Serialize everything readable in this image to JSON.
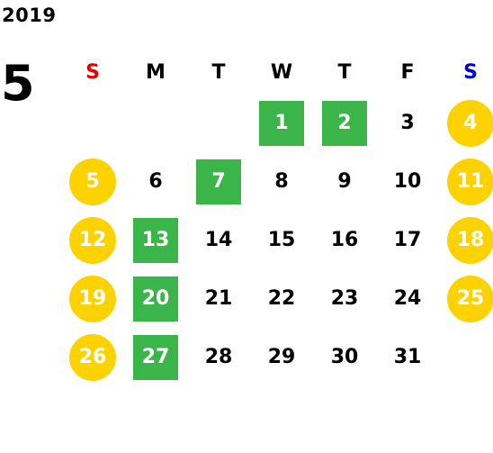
{
  "calendar": {
    "year": "2019",
    "month": "5",
    "weekday_headers": [
      {
        "label": "S",
        "color": "#e60000"
      },
      {
        "label": "M",
        "color": "#000000"
      },
      {
        "label": "T",
        "color": "#000000"
      },
      {
        "label": "W",
        "color": "#000000"
      },
      {
        "label": "T",
        "color": "#000000"
      },
      {
        "label": "F",
        "color": "#000000"
      },
      {
        "label": "S",
        "color": "#0000d8"
      }
    ],
    "colors": {
      "green": "#3bb44a",
      "yellow": "#fcd300",
      "text": "#000000"
    },
    "weeks": [
      [
        {
          "day": ""
        },
        {
          "day": ""
        },
        {
          "day": ""
        },
        {
          "day": "1",
          "style": "green"
        },
        {
          "day": "2",
          "style": "green"
        },
        {
          "day": "3"
        },
        {
          "day": "4",
          "style": "yellow"
        }
      ],
      [
        {
          "day": "5",
          "style": "yellow"
        },
        {
          "day": "6"
        },
        {
          "day": "7",
          "style": "green"
        },
        {
          "day": "8"
        },
        {
          "day": "9"
        },
        {
          "day": "10"
        },
        {
          "day": "11",
          "style": "yellow"
        }
      ],
      [
        {
          "day": "12",
          "style": "yellow"
        },
        {
          "day": "13",
          "style": "green"
        },
        {
          "day": "14"
        },
        {
          "day": "15"
        },
        {
          "day": "16"
        },
        {
          "day": "17"
        },
        {
          "day": "18",
          "style": "yellow"
        }
      ],
      [
        {
          "day": "19",
          "style": "yellow"
        },
        {
          "day": "20",
          "style": "green"
        },
        {
          "day": "21"
        },
        {
          "day": "22"
        },
        {
          "day": "23"
        },
        {
          "day": "24"
        },
        {
          "day": "25",
          "style": "yellow"
        }
      ],
      [
        {
          "day": "26",
          "style": "yellow"
        },
        {
          "day": "27",
          "style": "green"
        },
        {
          "day": "28"
        },
        {
          "day": "29"
        },
        {
          "day": "30"
        },
        {
          "day": "31"
        },
        {
          "day": ""
        }
      ]
    ]
  }
}
